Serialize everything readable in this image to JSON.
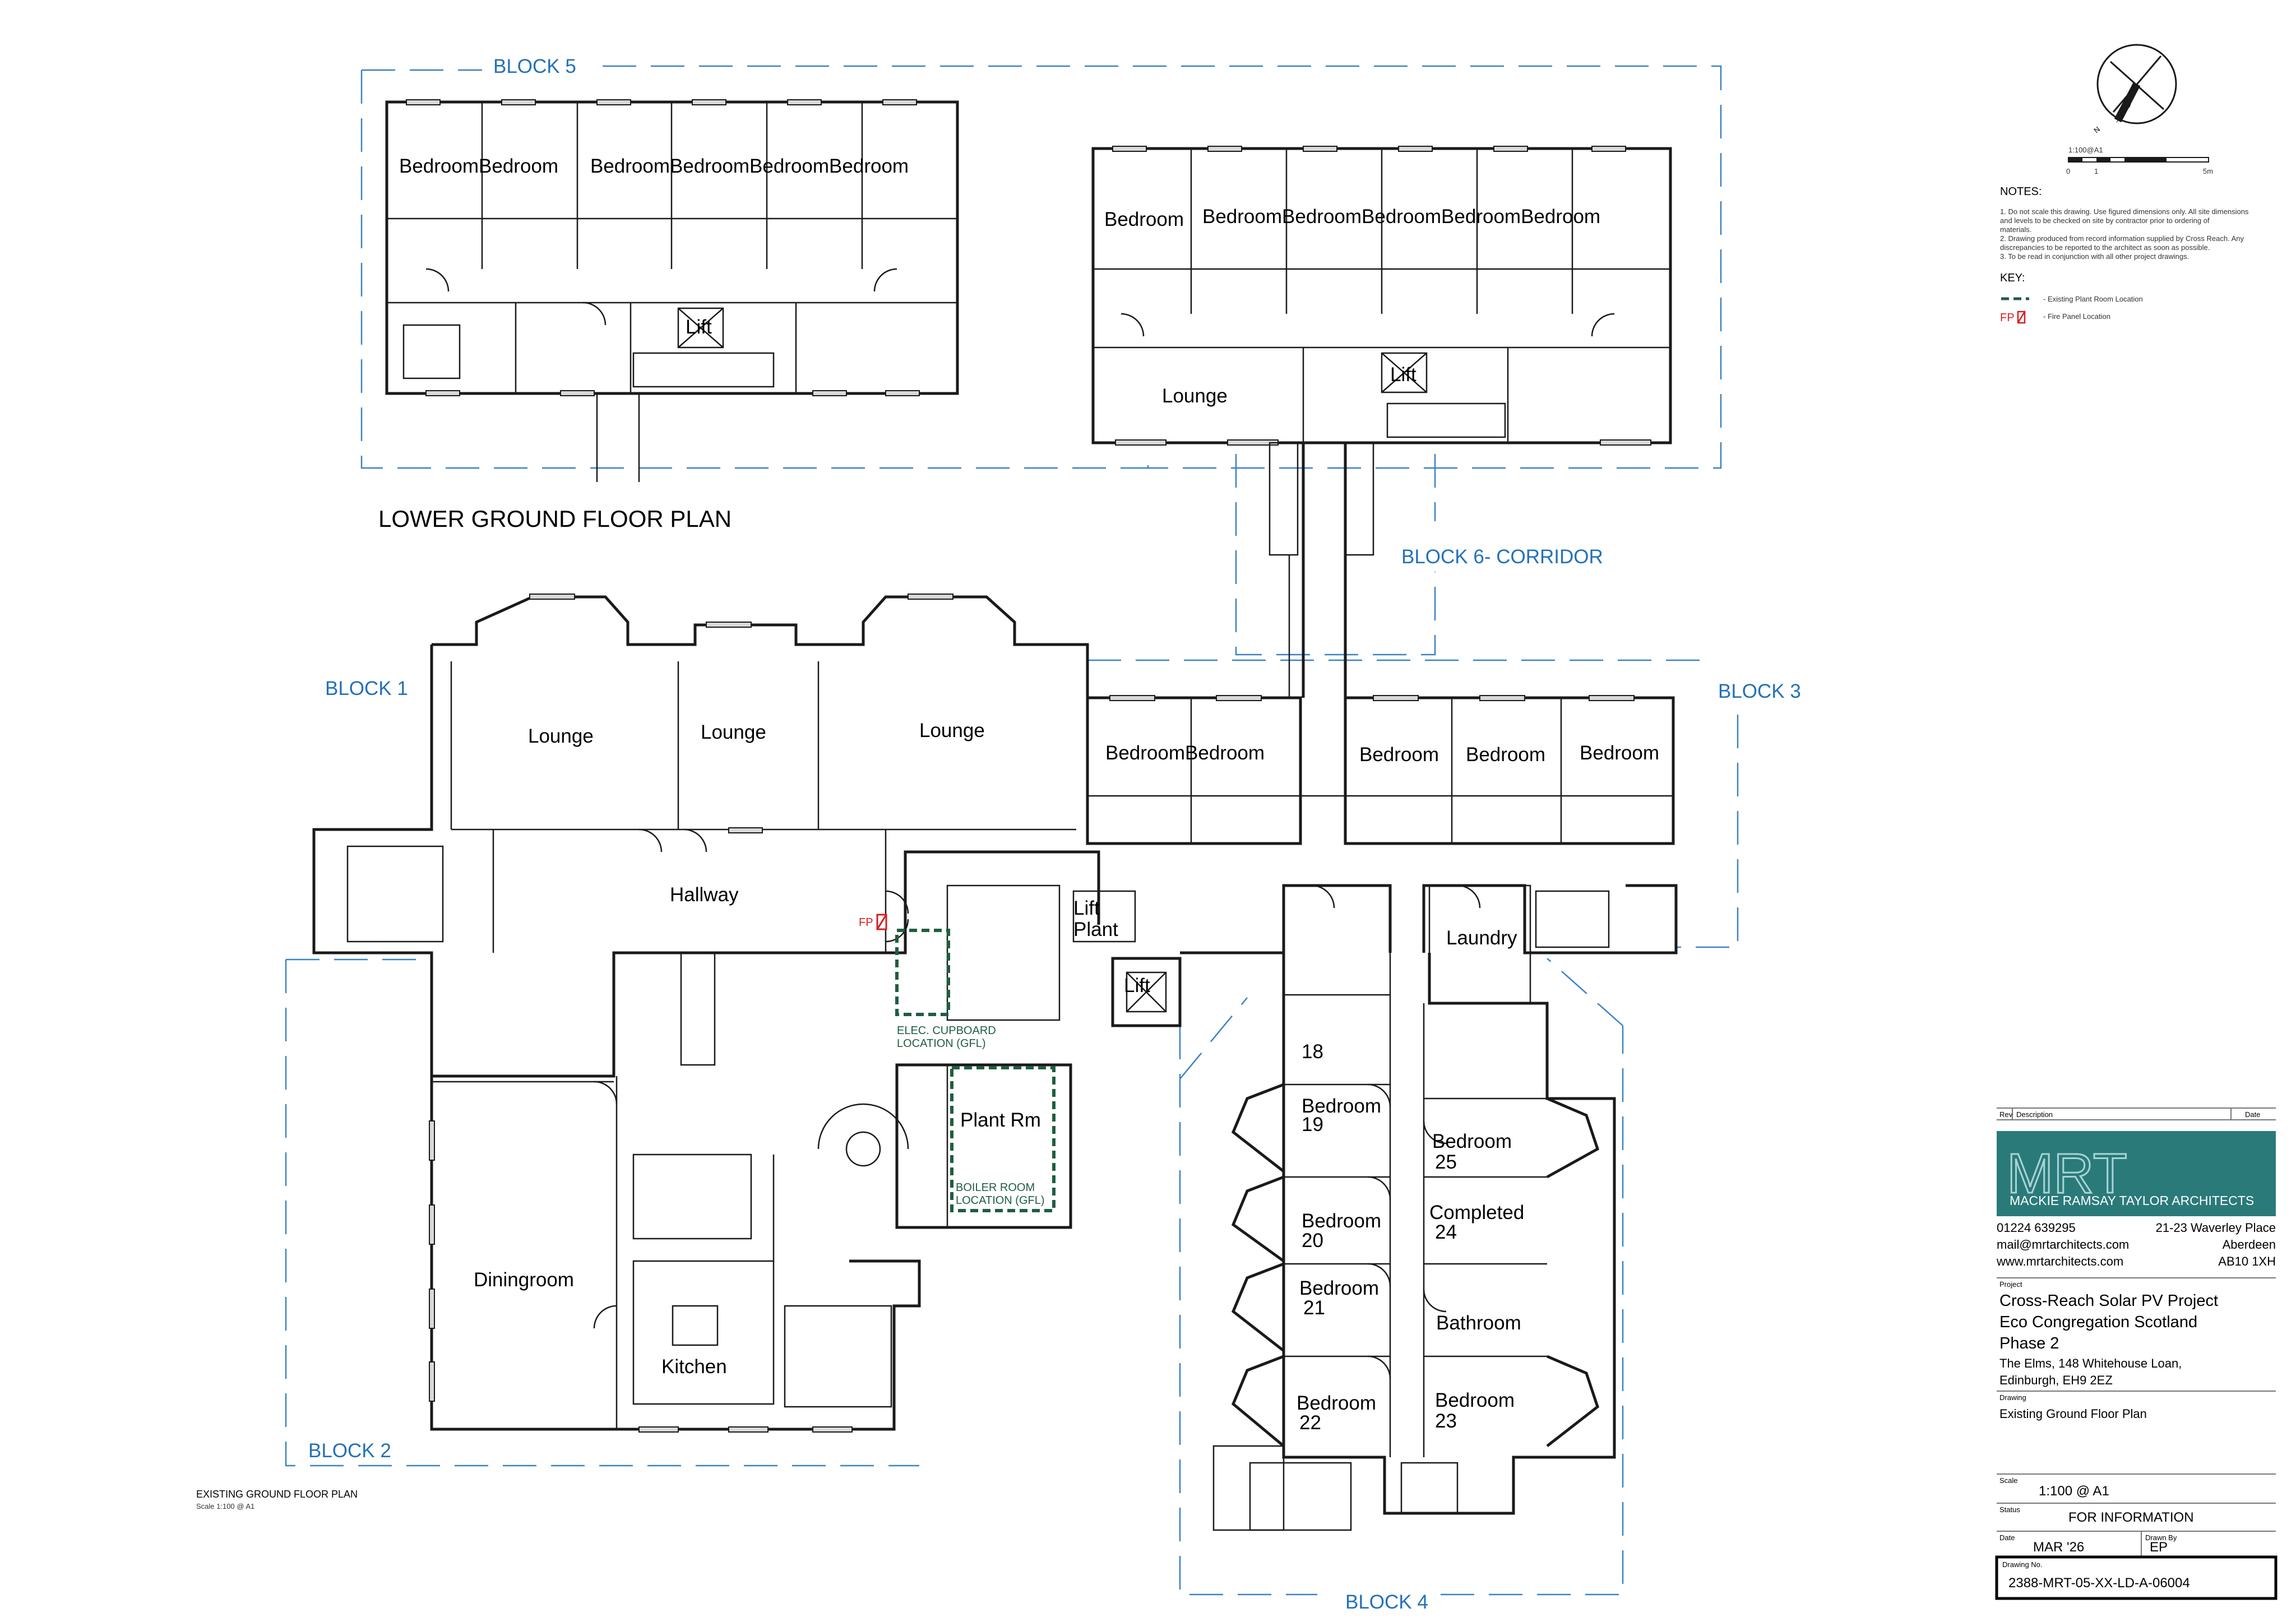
{
  "plan_titles": {
    "lower_ground": "LOWER GROUND FLOOR PLAN",
    "existing_ground": "EXISTING GROUND FLOOR PLAN",
    "existing_ground_scale": "Scale 1:100 @ A1"
  },
  "blocks": {
    "block1": "BLOCK 1",
    "block2": "BLOCK 2",
    "block3": "BLOCK 3",
    "block4": "BLOCK 4",
    "block5": "BLOCK 5",
    "block6": "BLOCK 6- CORRIDOR"
  },
  "rooms": {
    "b5_bedroom_pair_a": "BedroomBedroom",
    "b5_bedroom_quad": "BedroomBedroomBedroomBedroom",
    "b5_lift": "Lift",
    "b6_bedroom": "Bedroom",
    "b6_bedroom_row": "BedroomBedroomBedroomBedroomBedroom",
    "b6_lounge": "Lounge",
    "b6_lift": "Lift",
    "b1_lounge_1": "Lounge",
    "b1_lounge_2": "Lounge",
    "b1_lounge_3": "Lounge",
    "b1_hallway": "Hallway",
    "b1_lift_plant_1": "Lift",
    "b1_lift_plant_2": "Plant",
    "b1_lift": "Lift",
    "b1_plant_rm": "Plant Rm",
    "b2_diningroom": "Diningroom",
    "b2_kitchen": "Kitchen",
    "b3_bedroom_pair": "BedroomBedroom",
    "b3_bedroom_1": "Bedroom",
    "b3_bedroom_2": "Bedroom",
    "b3_bedroom_3": "Bedroom",
    "b3_laundry": "Laundry",
    "b4_18": "18",
    "b4_bedroom_19": "Bedroom",
    "b4_19": "19",
    "b4_bedroom_20": "Bedroom",
    "b4_20": "20",
    "b4_bedroom_21": "Bedroom",
    "b4_21": "21",
    "b4_bedroom_22": "Bedroom",
    "b4_22": "22",
    "b4_bedroom_25": "Bedroom",
    "b4_25": "25",
    "b4_completed": "Completed",
    "b4_24": "24",
    "b4_bathroom": "Bathroom",
    "b4_bedroom_23": "Bedroom",
    "b4_23": "23"
  },
  "annotations": {
    "fp": "FP",
    "elec_1": "ELEC. CUPBOARD",
    "elec_2": "LOCATION (GFL)",
    "boiler_1": "BOILER ROOM",
    "boiler_2": "LOCATION (GFL)"
  },
  "scale_bar": {
    "label": "1:100@A1",
    "ticks": [
      "0",
      "1",
      "5m"
    ]
  },
  "north": "N",
  "notes": {
    "heading": "NOTES:",
    "items": [
      "1.    Do not scale this drawing. Use figured dimensions only. All site dimensions",
      "        and levels to be checked on site by contractor prior to ordering of",
      "        materials.",
      "2.    Drawing produced from record information supplied by Cross Reach. Any",
      "        discrepancies to be reported to the architect as soon as possible.",
      "3.    To be read in conjunction with all other project drawings."
    ],
    "key_heading": "KEY:",
    "key_plant": "-  Existing Plant Room Location",
    "key_fp_symbol": "FP",
    "key_fp": "-  Fire Panel Location"
  },
  "title_block": {
    "rev": "Rev",
    "description": "Description",
    "date": "Date",
    "logo_text": "MRT",
    "company": "MACKIE RAMSAY TAYLOR ARCHITECTS",
    "phone": "01224 639295",
    "email": "mail@mrtarchitects.com",
    "web": "www.mrtarchitects.com",
    "addr1": "21-23 Waverley Place",
    "addr2": "Aberdeen",
    "addr3": "AB10 1XH",
    "project_label": "Project",
    "project1": "Cross-Reach Solar PV Project",
    "project2": "Eco Congregation Scotland",
    "project3": "Phase 2",
    "site1": "The Elms, 148 Whitehouse Loan,",
    "site2": "Edinburgh, EH9 2EZ",
    "drawing_label": "Drawing",
    "drawing": "Existing Ground Floor Plan",
    "scale_label": "Scale",
    "scale": "1:100 @ A1",
    "status_label": "Status",
    "status": "FOR INFORMATION",
    "date_label": "Date",
    "date_value": "MAR '26",
    "drawn_label": "Drawn By",
    "drawn": "EP",
    "drawing_no_label": "Drawing No.",
    "drawing_no": "2388-MRT-05-XX-LD-A-06004"
  },
  "colors": {
    "block_line": "#3b82c4",
    "block_label": "#2371b8",
    "plant_key": "#1f5e40",
    "fire_panel": "#d42020",
    "logo_bg": "#2a7a7a"
  }
}
